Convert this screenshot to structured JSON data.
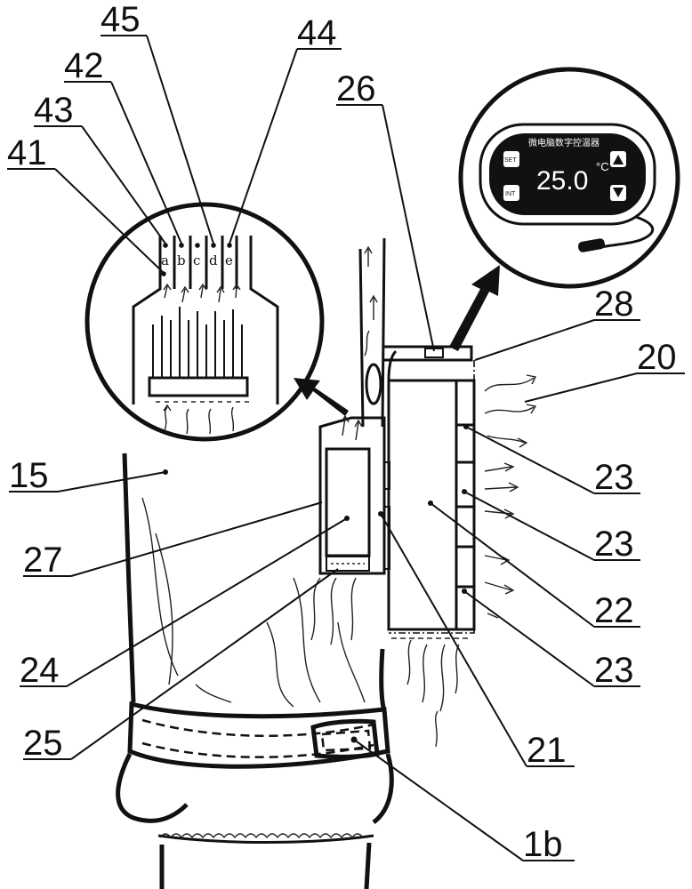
{
  "labels": {
    "r15": "15",
    "r20": "20",
    "r21": "21",
    "r22": "22",
    "r23a": "23",
    "r23b": "23",
    "r23c": "23",
    "r24": "24",
    "r25": "25",
    "r26": "26",
    "r27": "27",
    "r28": "28",
    "r41": "41",
    "r42": "42",
    "r43": "43",
    "r44": "44",
    "r45": "45",
    "r1b": "1b"
  },
  "detail_letters": [
    "a",
    "b",
    "c",
    "d",
    "e"
  ],
  "controller": {
    "title": "微电脑数字控温器",
    "temperature": "25.0",
    "unit": "°C",
    "btn_set": "SET",
    "btn_int": "INT"
  },
  "colors": {
    "ink": "#111111",
    "display": "#111111",
    "paper": "#ffffff"
  }
}
